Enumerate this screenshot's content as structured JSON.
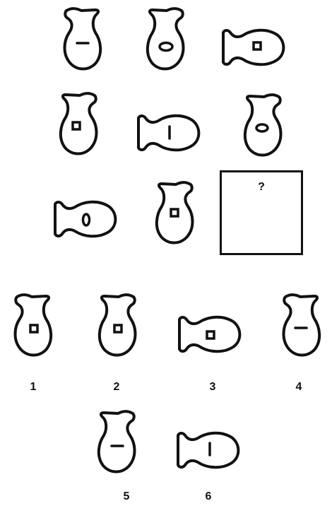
{
  "puzzle": {
    "question_mark": "?",
    "option_labels": [
      "1",
      "2",
      "3",
      "4",
      "5",
      "6"
    ]
  },
  "grid": [
    {
      "orientation": "upright",
      "spout": "left",
      "mark": "horizontal-line"
    },
    {
      "orientation": "upright",
      "spout": "right",
      "mark": "oval"
    },
    {
      "orientation": "sideways",
      "spout": "left",
      "mark": "square"
    },
    {
      "orientation": "upright",
      "spout": "right",
      "mark": "square"
    },
    {
      "orientation": "sideways",
      "spout": "left",
      "mark": "vertical-line"
    },
    {
      "orientation": "upright",
      "spout": "right",
      "mark": "oval"
    },
    {
      "orientation": "sideways",
      "spout": "left",
      "mark": "vertical-oval"
    },
    {
      "orientation": "upright",
      "spout": "right",
      "mark": "square"
    },
    {
      "orientation": "missing",
      "spout": "",
      "mark": ""
    }
  ],
  "options": [
    {
      "label": "1",
      "orientation": "upright",
      "spout": "left",
      "mark": "square"
    },
    {
      "label": "2",
      "orientation": "upright",
      "spout": "right",
      "mark": "square"
    },
    {
      "label": "3",
      "orientation": "sideways",
      "spout": "left",
      "mark": "square"
    },
    {
      "label": "4",
      "orientation": "upright",
      "spout": "left",
      "mark": "horizontal-line"
    },
    {
      "label": "5",
      "orientation": "upright",
      "spout": "right",
      "mark": "horizontal-line"
    },
    {
      "label": "6",
      "orientation": "sideways",
      "spout": "left",
      "mark": "vertical-line"
    }
  ],
  "colors": {
    "ink": "#111111",
    "background": "#ffffff"
  }
}
